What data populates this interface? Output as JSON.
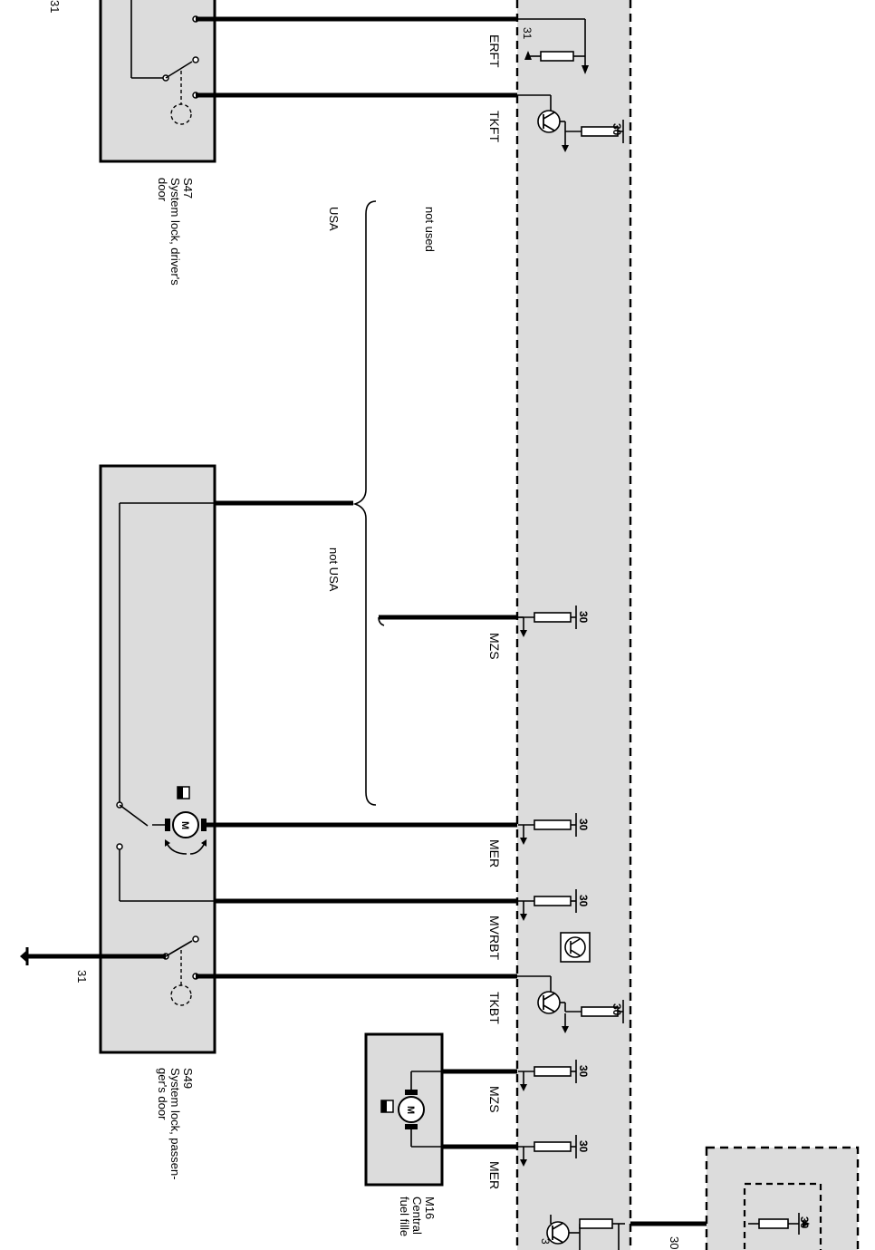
{
  "components": {
    "s47": {
      "code": "S47",
      "name_line1": "System  lock, driver's",
      "name_line2": "door"
    },
    "s49": {
      "code": "S49",
      "name_line1": "System  lock,  passen-",
      "name_line2": "ger's door"
    },
    "m16": {
      "code": "M16",
      "name_line1": "Central",
      "name_line2": "fuel fille"
    }
  },
  "pins": {
    "erft": "ERFT",
    "tkft": "TKFT",
    "mzs_1": "MZS",
    "mer_1": "MER",
    "mvrbt": "MVRBT",
    "tkbt": "TKBT",
    "mzs_2": "MZS",
    "mer_2": "MER"
  },
  "terminals": {
    "t31_top": "31",
    "t31_ground": "31",
    "t31_erft": "31",
    "t31_bottom": "3",
    "t30": "30",
    "t30_bottom": "30"
  },
  "notes": {
    "usa": "USA",
    "not_used": "not used",
    "not_usa": "not USA"
  },
  "motor_symbol": "M"
}
